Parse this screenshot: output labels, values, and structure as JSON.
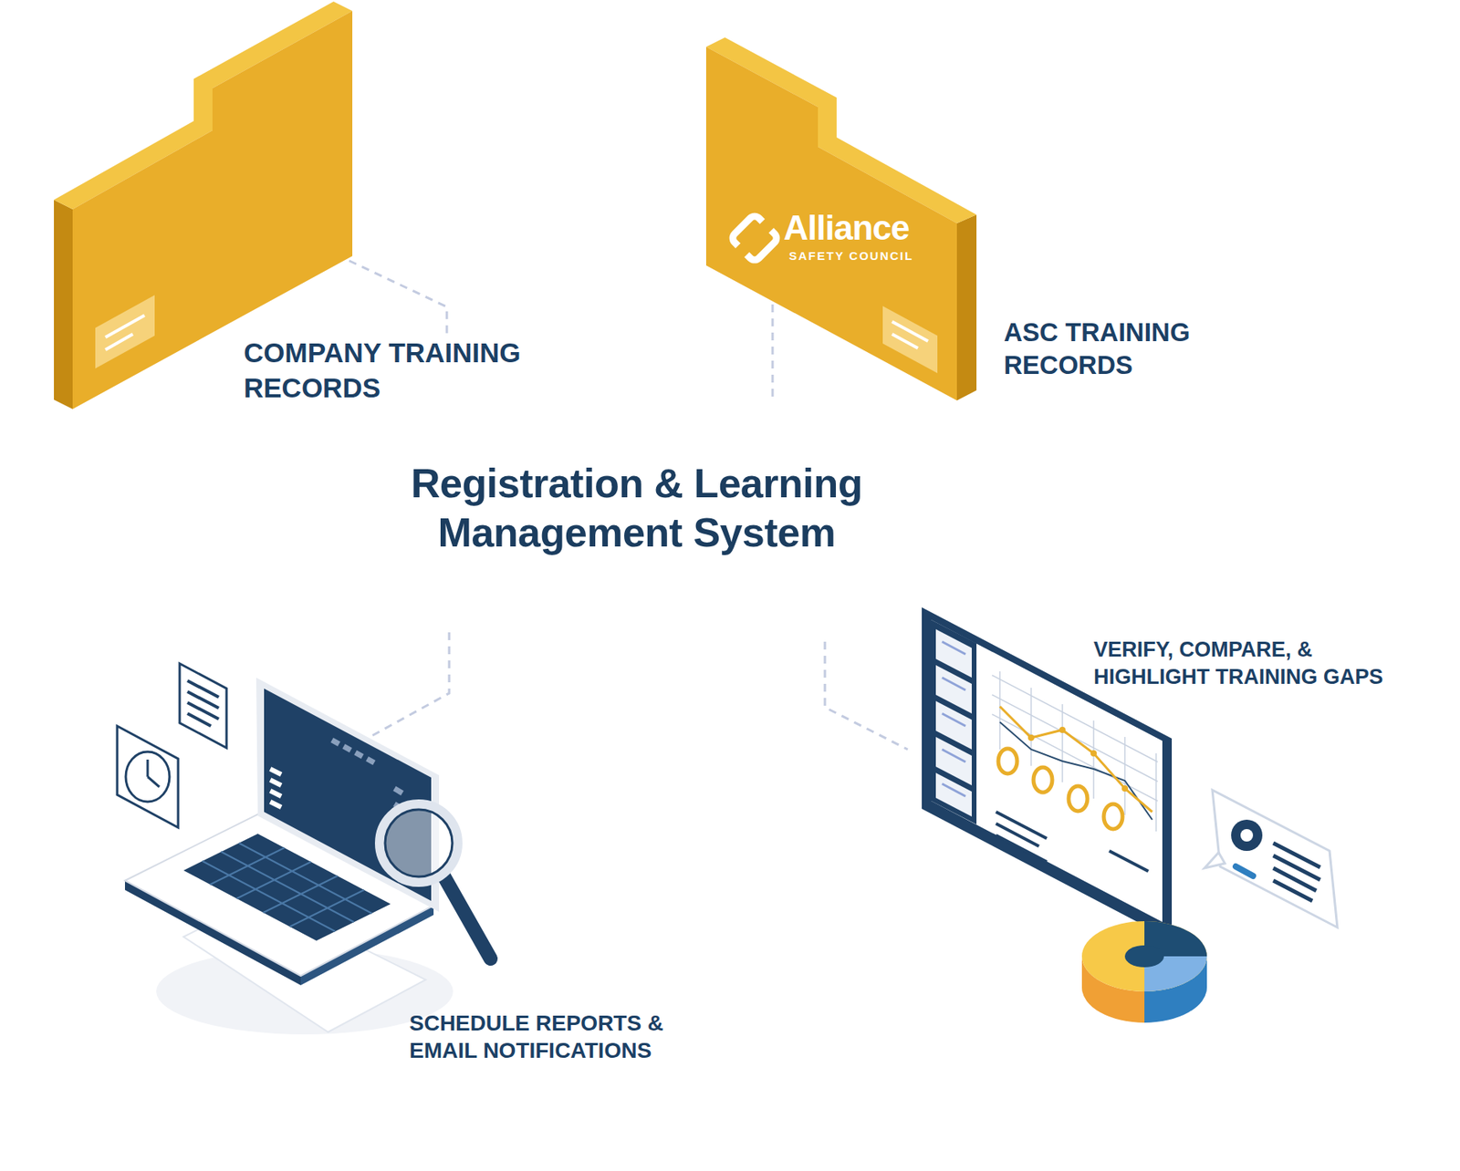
{
  "diagram": {
    "title": "Registration & Learning Management System",
    "nodes": [
      {
        "text": [
          "COMPANY TRAINING RECORDS"
        ]
      },
      {
        "text": [
          "ASC TRAINING RECORDS"
        ]
      },
      {
        "text": [
          "SCHEDULE REPORTS & EMAIL NOTIFICATIONS"
        ]
      },
      {
        "text": [
          "VERIFY, COMPARE, & HIGHLIGHT TRAINING GAPS"
        ]
      }
    ],
    "labels": [
      "Alliance",
      "SAFETY COUNCIL"
    ]
  }
}
